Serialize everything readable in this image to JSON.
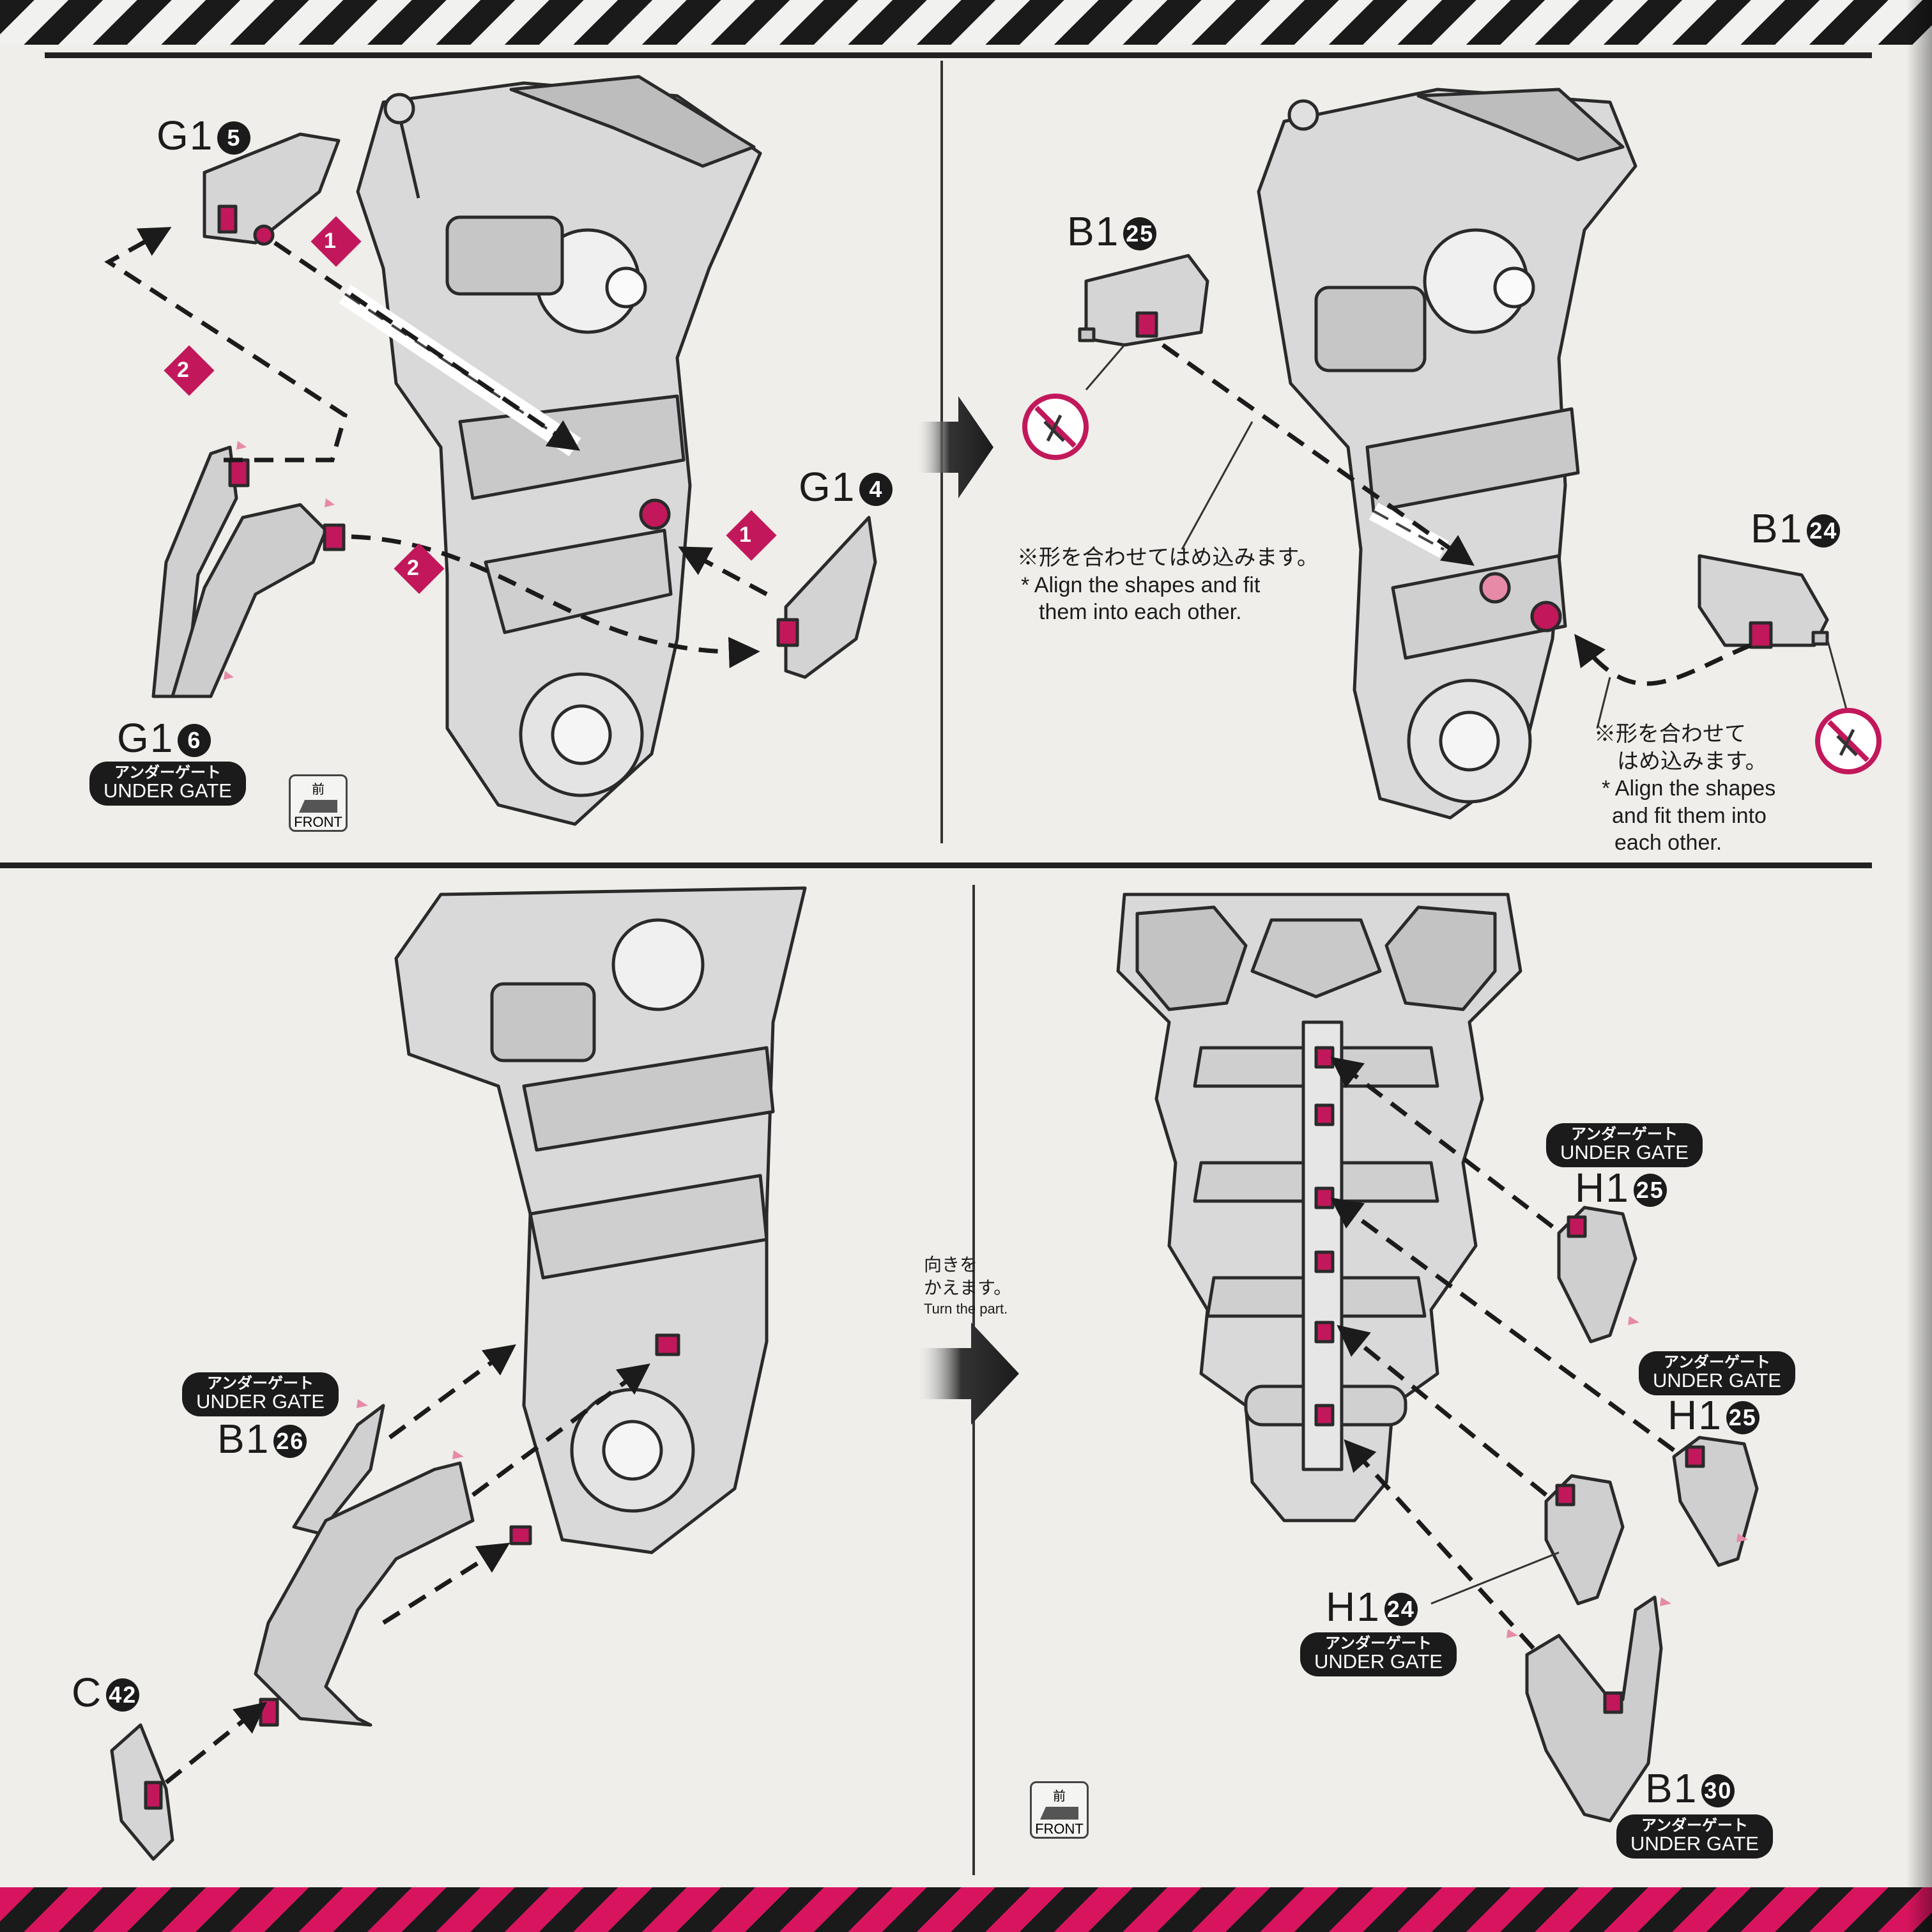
{
  "panels": {
    "p1": {
      "parts": {
        "g15": {
          "letter": "G1",
          "num": "5"
        },
        "g14": {
          "letter": "G1",
          "num": "4"
        },
        "g16": {
          "letter": "G1",
          "num": "6"
        }
      },
      "under_gate": {
        "jp": "アンダーゲート",
        "en": "UNDER GATE"
      },
      "steps": {
        "one": "1",
        "two": "2"
      },
      "front": {
        "jp": "前",
        "en": "FRONT"
      }
    },
    "p2": {
      "parts": {
        "b125": {
          "letter": "B1",
          "num": "25"
        },
        "b124": {
          "letter": "B1",
          "num": "24"
        }
      },
      "note_a": {
        "jp": "※形を合わせてはめ込みます。",
        "en1": "* Align the shapes and fit",
        "en2": "them into each other."
      },
      "note_b": {
        "jp1": "※形を合わせて",
        "jp2": "はめ込みます。",
        "en1": "* Align the shapes",
        "en2": "and fit them into",
        "en3": "each other."
      }
    },
    "p3": {
      "parts": {
        "b126": {
          "letter": "B1",
          "num": "26"
        },
        "c42": {
          "letter": "C",
          "num": "42"
        }
      },
      "under_gate": {
        "jp": "アンダーゲート",
        "en": "UNDER GATE"
      }
    },
    "p4": {
      "turn": {
        "jp1": "向きを",
        "jp2": "かえます。",
        "en": "Turn the part."
      },
      "parts": {
        "h125a": {
          "letter": "H1",
          "num": "25"
        },
        "h125b": {
          "letter": "H1",
          "num": "25"
        },
        "h124": {
          "letter": "H1",
          "num": "24"
        },
        "b130": {
          "letter": "B1",
          "num": "30"
        }
      },
      "under_gate": {
        "jp": "アンダーゲート",
        "en": "UNDER GATE"
      },
      "front": {
        "jp": "前",
        "en": "FRONT"
      }
    }
  },
  "colors": {
    "accent": "#c2185b",
    "ink": "#1b1b1b",
    "part_fill": "#d7d7d7",
    "paper": "#efeeea"
  },
  "icons": [
    "hazard-stripe-top",
    "hazard-stripe-bottom",
    "step-arrow-right",
    "no-cutting-icon",
    "front-indicator-icon"
  ]
}
